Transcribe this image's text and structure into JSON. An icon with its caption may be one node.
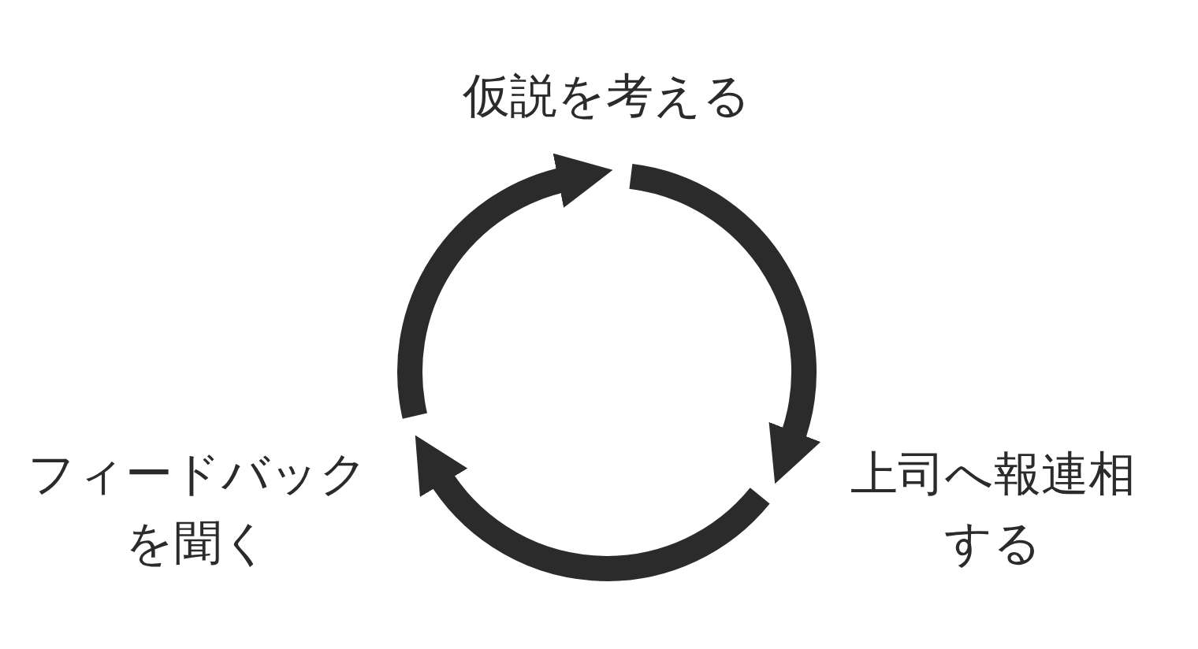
{
  "diagram": {
    "nodes": [
      {
        "text": [
          "仮説を考える"
        ]
      },
      {
        "text": [
          "上司へ報連相する"
        ]
      },
      {
        "text": [
          "フィードバックを聞く"
        ]
      }
    ],
    "edges": [
      {
        "from": 0,
        "to": 1,
        "arrow": "to"
      },
      {
        "from": 1,
        "to": 2,
        "arrow": "to"
      },
      {
        "from": 2,
        "to": 0,
        "arrow": "to"
      }
    ]
  }
}
